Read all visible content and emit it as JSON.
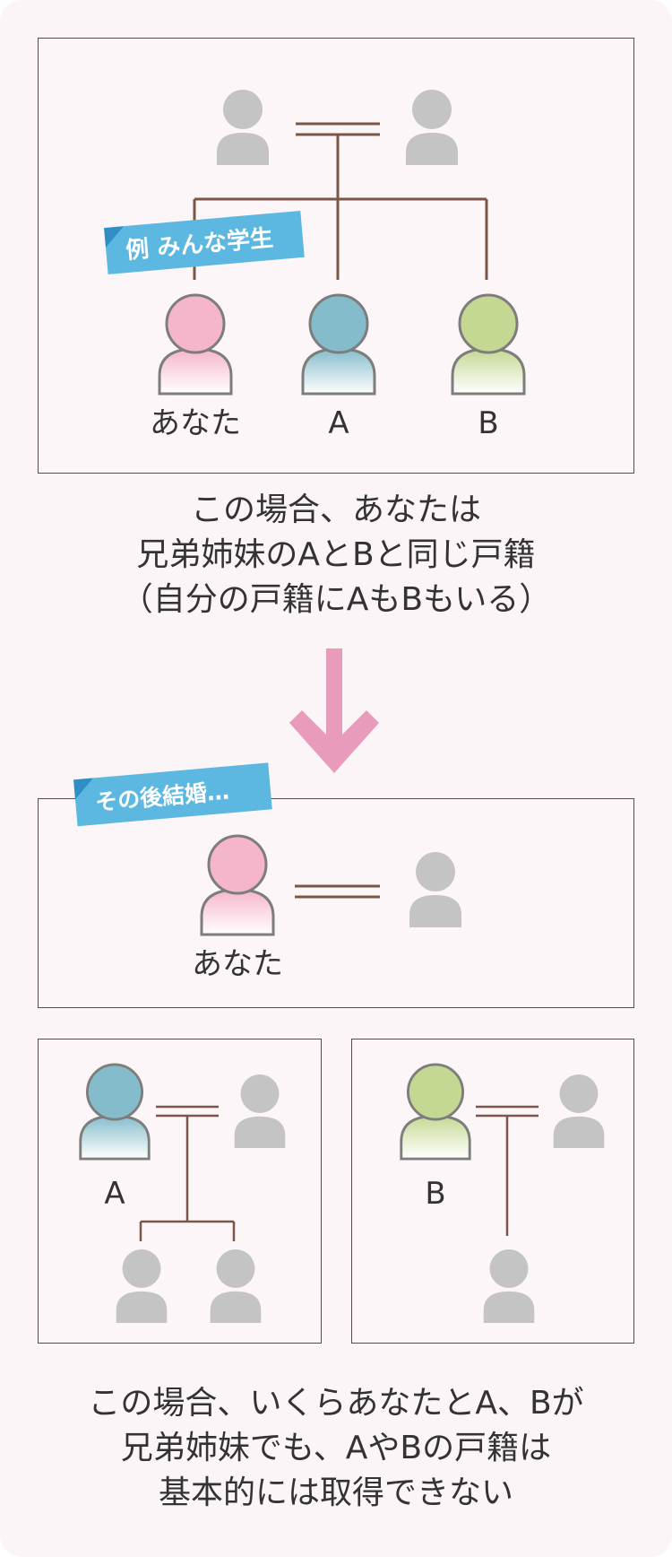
{
  "panel1": {
    "tag": "例 みんな学生",
    "labels": {
      "you": "あなた",
      "a": "A",
      "b": "B"
    }
  },
  "caption1": {
    "lines": [
      "この場合、あなたは",
      "兄弟姉妹のAとBと同じ戸籍",
      "（自分の戸籍にAもBもいる）"
    ]
  },
  "panel2": {
    "tag": "その後結婚…",
    "labels": {
      "you": "あなた"
    }
  },
  "panel3": {
    "labels": {
      "a": "A"
    }
  },
  "panel4": {
    "labels": {
      "b": "B"
    }
  },
  "caption2": {
    "lines": [
      "この場合、いくらあなたとA、Bが",
      "兄弟姉妹でも、AやBの戸籍は",
      "基本的には取得できない"
    ]
  },
  "colors": {
    "pink": "#f5b5cb",
    "blue": "#85bccb",
    "green": "#c5d893",
    "gray": "#c4c4c4",
    "line": "#7a5548",
    "arrow": "#e89bbb",
    "tag": "#5cb8e0"
  }
}
